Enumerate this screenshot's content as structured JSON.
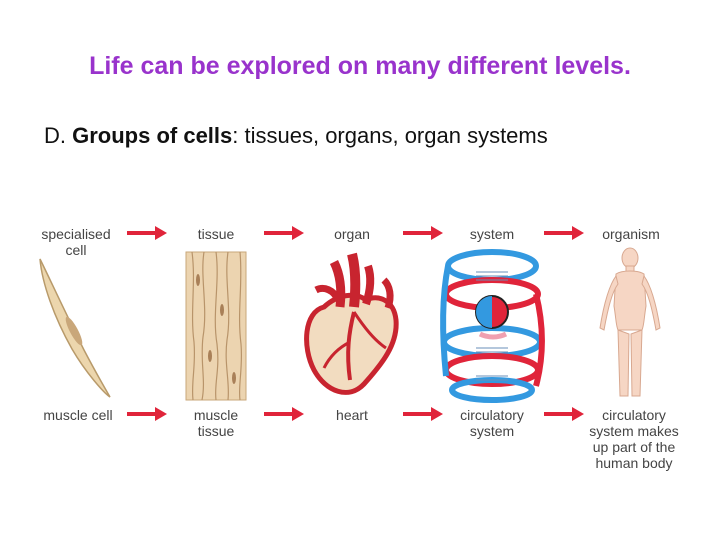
{
  "title": "Life can be explored on many different levels.",
  "subtitle": {
    "prefix": "D. ",
    "bold": "Groups of cells",
    "rest": ": tissues, organs, organ systems"
  },
  "top_labels": [
    "specialised\ncell",
    "tissue",
    "organ",
    "system",
    "organism"
  ],
  "bottom_labels": [
    "muscle cell",
    "muscle\ntissue",
    "heart",
    "circulatory\nsystem",
    "circulatory\nsystem makes\nup part of the\nhuman body"
  ],
  "colors": {
    "title": "#9933cc",
    "arrow": "#e0243a",
    "vessel_blue": "#3399e0",
    "vessel_red": "#e0243a",
    "tissue": "#ecd4b0"
  }
}
